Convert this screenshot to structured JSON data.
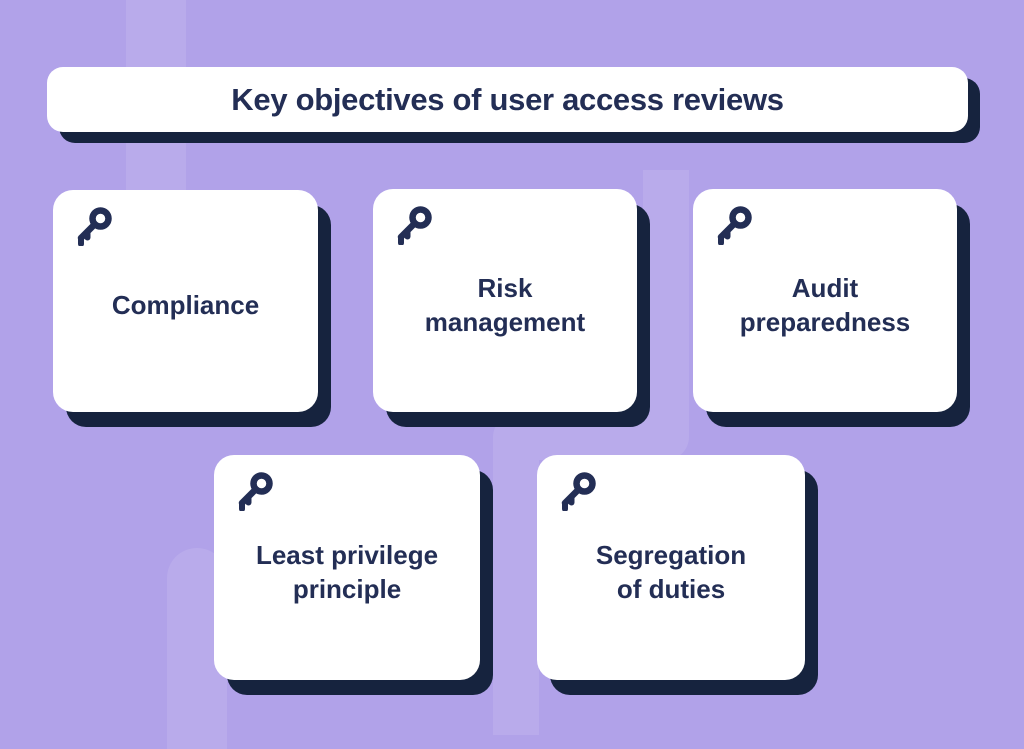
{
  "colors": {
    "background": "#b1a2e9",
    "card": "#ffffff",
    "shadow": "#16233e",
    "text": "#232e55",
    "pipe": "rgba(255,255,255,0.10)"
  },
  "header": {
    "title": "Key objectives of user access reviews"
  },
  "cards": [
    {
      "id": "compliance",
      "label": "Compliance",
      "icon": "key-icon"
    },
    {
      "id": "risk-management",
      "label": "Risk\nmanagement",
      "icon": "key-icon"
    },
    {
      "id": "audit-preparedness",
      "label": "Audit\npreparedness",
      "icon": "key-icon"
    },
    {
      "id": "least-privilege-principle",
      "label": "Least privilege\nprinciple",
      "icon": "key-icon"
    },
    {
      "id": "segregation-of-duties",
      "label": "Segregation\nof duties",
      "icon": "key-icon"
    }
  ]
}
